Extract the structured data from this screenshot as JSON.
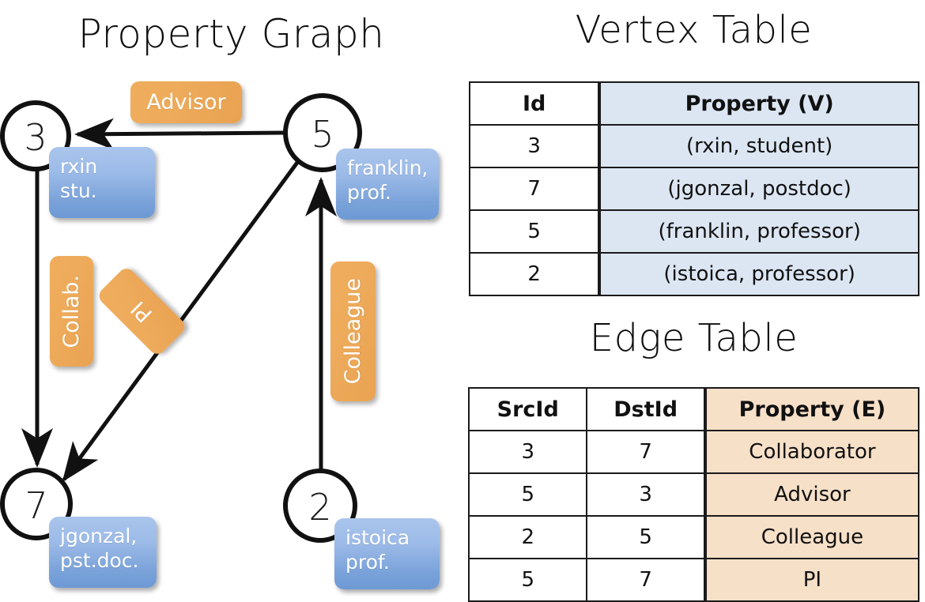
{
  "titles": {
    "property_graph": "Property Graph",
    "vertex_table": "Vertex Table",
    "edge_table": "Edge Table"
  },
  "graph": {
    "nodes": [
      {
        "id": "3",
        "label_lines": [
          "rxin",
          "stu."
        ]
      },
      {
        "id": "5",
        "label_lines": [
          "franklin,",
          "prof."
        ]
      },
      {
        "id": "7",
        "label_lines": [
          "jgonzal,",
          "pst.doc."
        ]
      },
      {
        "id": "2",
        "label_lines": [
          "istoica",
          "prof."
        ]
      }
    ],
    "edge_labels": [
      {
        "name": "advisor",
        "text": "Advisor"
      },
      {
        "name": "collab",
        "text": "Collab."
      },
      {
        "name": "pi",
        "text": "PI"
      },
      {
        "name": "colleague",
        "text": "Colleague"
      }
    ],
    "edges": [
      {
        "src": "5",
        "dst": "3",
        "label": "Advisor"
      },
      {
        "src": "3",
        "dst": "7",
        "label": "Collab."
      },
      {
        "src": "5",
        "dst": "7",
        "label": "PI"
      },
      {
        "src": "2",
        "dst": "5",
        "label": "Colleague"
      }
    ]
  },
  "vertex_table": {
    "headers": [
      "Id",
      "Property (V)"
    ],
    "rows": [
      {
        "id": "3",
        "property": "(rxin, student)"
      },
      {
        "id": "7",
        "property": "(jgonzal, postdoc)"
      },
      {
        "id": "5",
        "property": "(franklin, professor)"
      },
      {
        "id": "2",
        "property": "(istoica, professor)"
      }
    ]
  },
  "edge_table": {
    "headers": [
      "SrcId",
      "DstId",
      "Property (E)"
    ],
    "rows": [
      {
        "src": "3",
        "dst": "7",
        "property": "Collaborator"
      },
      {
        "src": "5",
        "dst": "3",
        "property": "Advisor"
      },
      {
        "src": "2",
        "dst": "5",
        "property": "Colleague"
      },
      {
        "src": "5",
        "dst": "7",
        "property": "PI"
      }
    ]
  },
  "colors": {
    "vertex_fill": "#dce6f3",
    "edge_fill": "#f7e0c8",
    "node_box_blue": "#7ba3da",
    "edge_box_orange": "#eda95a",
    "stroke": "#1a1a1a"
  }
}
